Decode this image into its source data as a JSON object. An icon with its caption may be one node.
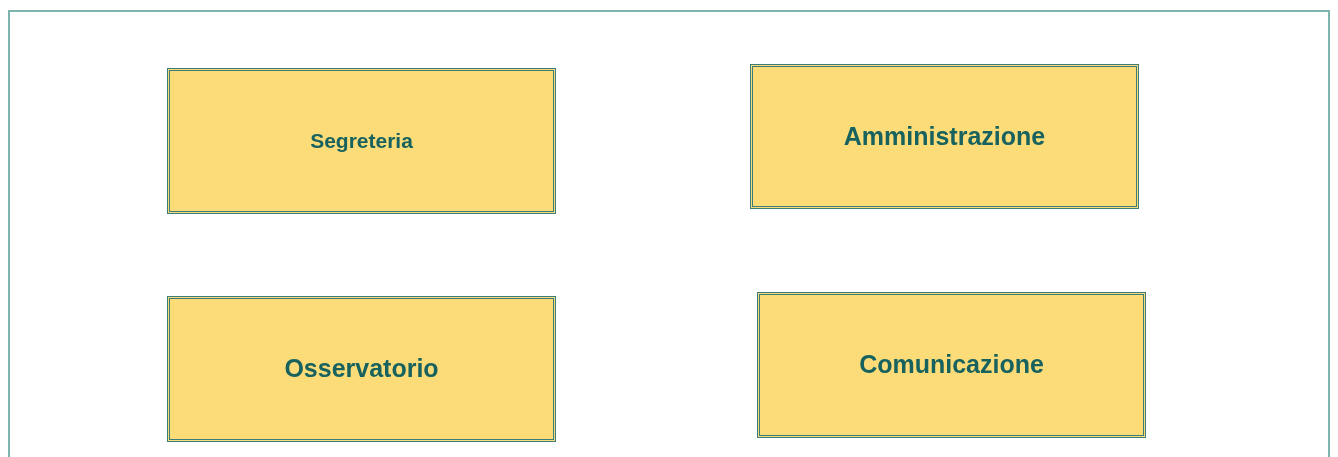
{
  "diagram": {
    "nodes": [
      {
        "text": [
          "Segreteria"
        ]
      },
      {
        "text": [
          "Amministrazione"
        ]
      },
      {
        "text": [
          "Osservatorio"
        ]
      },
      {
        "text": [
          "Comunicazione"
        ]
      }
    ]
  }
}
